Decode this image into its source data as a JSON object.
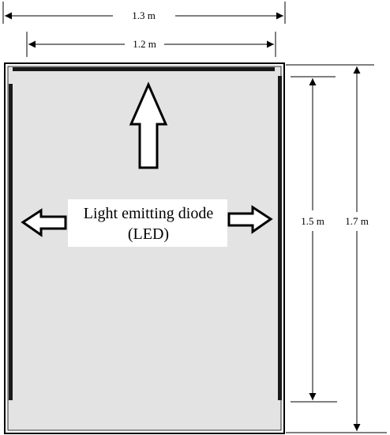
{
  "dimensions": {
    "outer_width": "1.3 m",
    "inner_width": "1.2 m",
    "inner_height": "1.5 m",
    "outer_height": "1.7 m"
  },
  "label": {
    "line1": "Light emitting diode",
    "line2": "(LED)"
  },
  "colors": {
    "panel_fill": "#e3e3e3",
    "led_strip": "#1a1a1a",
    "frame": "#000000"
  },
  "icons": {
    "up": "arrow-up-icon",
    "left": "arrow-left-icon",
    "right": "arrow-right-icon"
  }
}
